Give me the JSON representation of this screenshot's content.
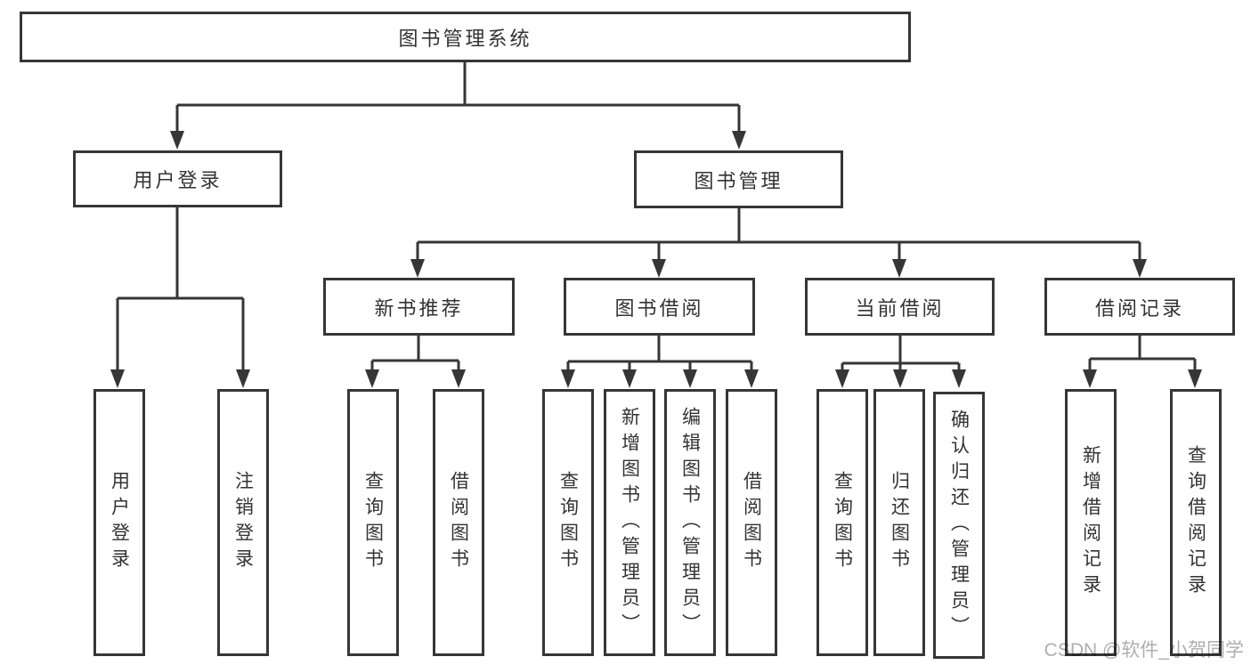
{
  "tree": {
    "root": {
      "label": "图书管理系统"
    },
    "user_login": {
      "label": "用户登录",
      "children": [
        {
          "label": "用户登录"
        },
        {
          "label": "注销登录"
        }
      ]
    },
    "book_mgmt": {
      "label": "图书管理",
      "children": [
        {
          "label": "新书推荐",
          "children": [
            {
              "label": "查询图书"
            },
            {
              "label": "借阅图书"
            }
          ]
        },
        {
          "label": "图书借阅",
          "children": [
            {
              "label": "查询图书"
            },
            {
              "label": "新增图书（管理员）"
            },
            {
              "label": "编辑图书（管理员）"
            },
            {
              "label": "借阅图书"
            }
          ]
        },
        {
          "label": "当前借阅",
          "children": [
            {
              "label": "查询图书"
            },
            {
              "label": "归还图书"
            },
            {
              "label": "确认归还（管理员）"
            }
          ]
        },
        {
          "label": "借阅记录",
          "children": [
            {
              "label": "新增借阅记录"
            },
            {
              "label": "查询借阅记录"
            }
          ]
        }
      ]
    }
  },
  "watermark": {
    "text": "CSDN @软件_小贺同学"
  },
  "colors": {
    "line": "#363636",
    "text": "#333333",
    "background": "#ffffff",
    "watermark": "#9a9a9a"
  }
}
